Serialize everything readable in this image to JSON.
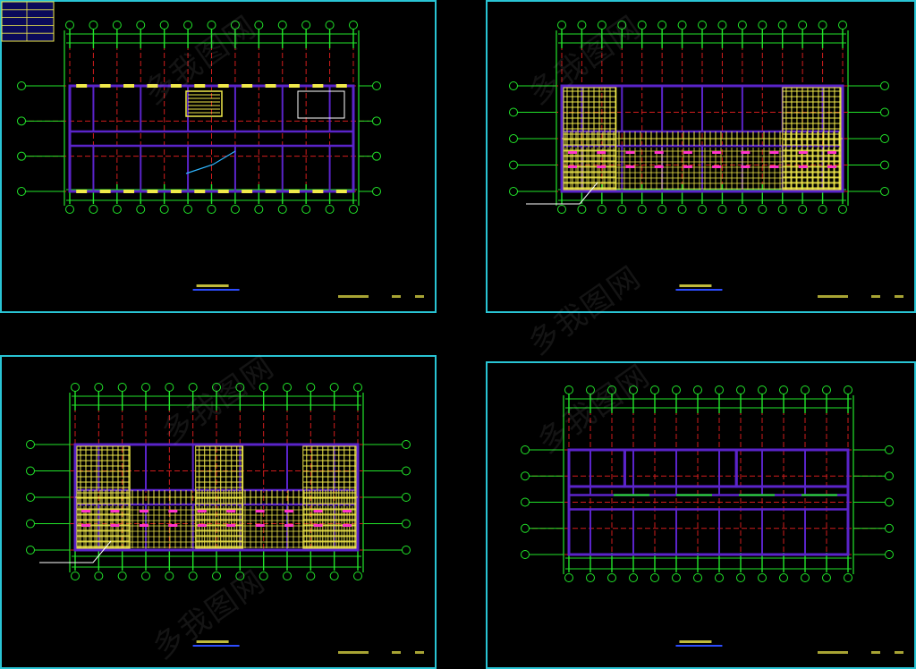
{
  "colors": {
    "background": "#000000",
    "frame": "#29c4d4",
    "grid_axis": "#d11d1d",
    "dimension": "#22e52a",
    "wall": "#5a24c9",
    "hatch": "#f0e94a",
    "accent_pink": "#ff33cc",
    "title_underline": "#2d4cff"
  },
  "icons": [
    "grid-bubble",
    "hatch-pattern",
    "dimension-line",
    "title-underline"
  ],
  "watermark": "多我图网",
  "sheets": [
    {
      "name": "floor-plan-sheet",
      "fill": "layout",
      "legend": true
    },
    {
      "name": "structure-plan-sheet-upper",
      "fill": "hatch",
      "legend": false
    },
    {
      "name": "structure-plan-sheet-lower",
      "fill": "hatch",
      "legend": false
    },
    {
      "name": "wall-plan-sheet",
      "fill": "walls",
      "legend": false
    }
  ]
}
